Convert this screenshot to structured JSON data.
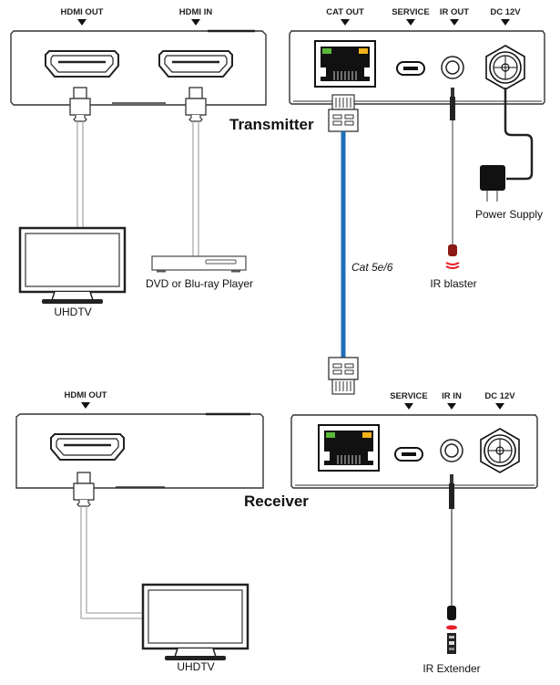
{
  "title": "HDMI extender over Cat cable connection diagram",
  "transmitter": {
    "name": "Transmitter",
    "front_ports": [
      "HDMI OUT",
      "HDMI IN"
    ],
    "rear_ports": [
      "CAT OUT",
      "SERVICE",
      "IR OUT",
      "DC 12V"
    ]
  },
  "receiver": {
    "name": "Receiver",
    "front_ports": [
      "HDMI OUT"
    ],
    "rear_ports": [
      "SERVICE",
      "IR IN",
      "DC 12V"
    ]
  },
  "devices": {
    "tv_top": "UHDTV",
    "player": "DVD or Blu-ray Player",
    "power_supply": "Power Supply",
    "ir_blaster": "IR blaster",
    "tv_bottom": "UHDTV",
    "ir_extender": "IR Extender"
  },
  "cable": {
    "label": "Cat 5e/6",
    "color": "#1f6fb8"
  },
  "colors": {
    "led_green": "#5bb83a",
    "led_amber": "#f2b21c",
    "ir_red": "#e8202a",
    "ir_blaster_body": "#8a1a14"
  }
}
